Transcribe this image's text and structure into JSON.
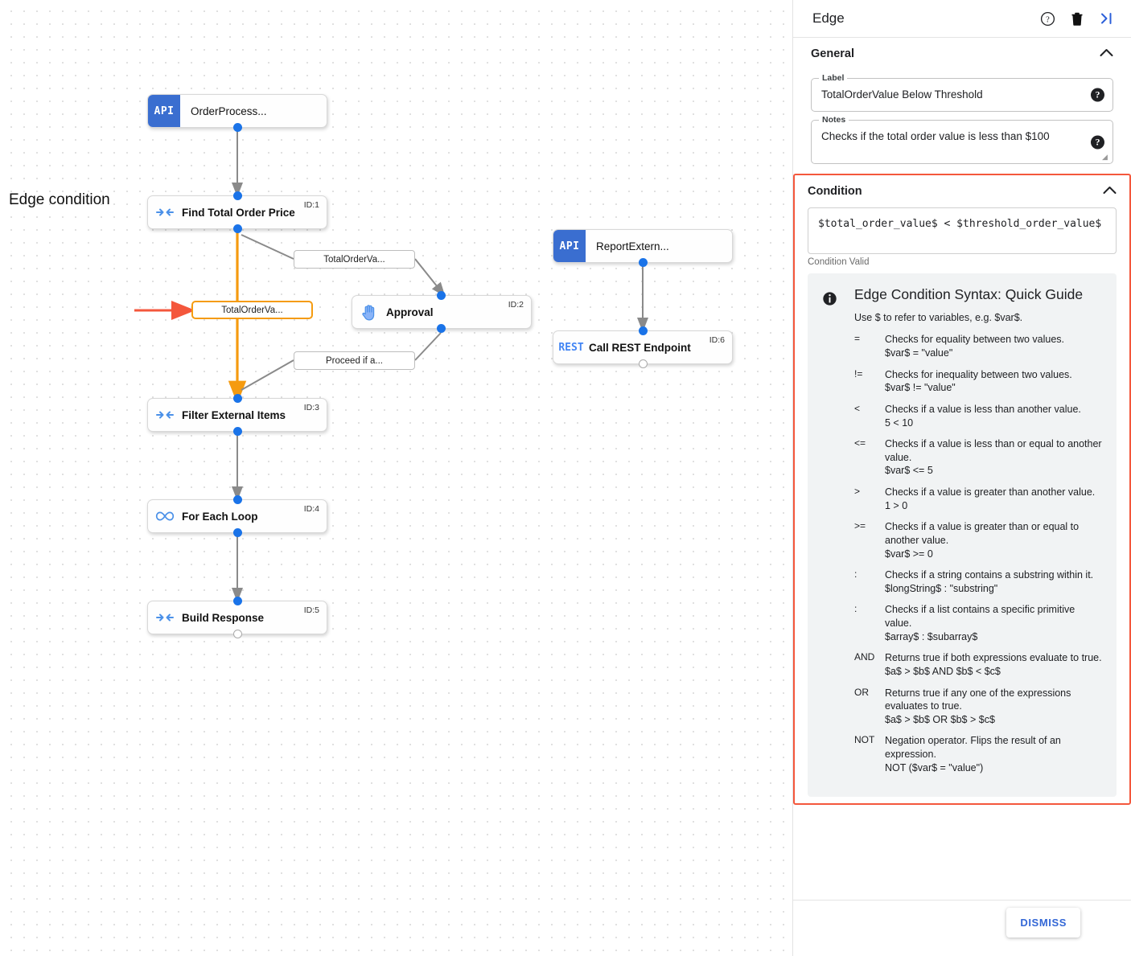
{
  "panel": {
    "title": "Edge",
    "icons": {
      "help": "help-circle-icon",
      "delete": "trash-icon",
      "collapse": "collapse-panel-icon"
    },
    "general": {
      "heading": "General",
      "label_field": {
        "label": "Label",
        "value": "TotalOrderValue Below Threshold"
      },
      "notes_field": {
        "label": "Notes",
        "value": "Checks if the total order value is less than $100"
      }
    },
    "condition": {
      "heading": "Condition",
      "expression": "$total_order_value$ < $threshold_order_value$",
      "validity": "Condition Valid",
      "guide": {
        "title": "Edge Condition Syntax: Quick Guide",
        "subtitle": "Use $ to refer to variables, e.g. $var$.",
        "operators": [
          {
            "symbol": "=",
            "description": "Checks for equality between two values.",
            "example": "$var$ = \"value\""
          },
          {
            "symbol": "!=",
            "description": "Checks for inequality between two values.",
            "example": "$var$ != \"value\""
          },
          {
            "symbol": "<",
            "description": "Checks if a value is less than another value.",
            "example": "5 < 10"
          },
          {
            "symbol": "<=",
            "description": "Checks if a value is less than or equal to another value.",
            "example": "$var$ <= 5"
          },
          {
            "symbol": ">",
            "description": "Checks if a value is greater than another value.",
            "example": "1 > 0"
          },
          {
            "symbol": ">=",
            "description": "Checks if a value is greater than or equal to another value.",
            "example": "$var$ >= 0"
          },
          {
            "symbol": ":",
            "description": "Checks if a string contains a substring within it.",
            "example": "$longString$ : \"substring\""
          },
          {
            "symbol": ":",
            "description": "Checks if a list contains a specific primitive value.",
            "example": "$array$ : $subarray$"
          },
          {
            "symbol": "AND",
            "description": "Returns true if both expressions evaluate to true.",
            "example": "$a$ > $b$ AND $b$ < $c$"
          },
          {
            "symbol": "OR",
            "description": "Returns true if any one of the expressions evaluates to true.",
            "example": "$a$ > $b$ OR $b$ > $c$"
          },
          {
            "symbol": "NOT",
            "description": "Negation operator. Flips the result of an expression.",
            "example": "NOT ($var$ = \"value\")"
          }
        ]
      }
    },
    "dismiss_label": "DISMISS"
  },
  "canvas": {
    "annotation": "Edge condition",
    "nodes": [
      {
        "title": "OrderProcess...",
        "badge": "API",
        "id": "",
        "icon": "api-badge-icon"
      },
      {
        "title": "Find Total Order Price",
        "badge": "",
        "id": "ID:1",
        "icon": "transform-icon"
      },
      {
        "title": "Approval",
        "badge": "",
        "id": "ID:2",
        "icon": "hand-icon"
      },
      {
        "title": "Filter External Items",
        "badge": "",
        "id": "ID:3",
        "icon": "transform-icon"
      },
      {
        "title": "For Each Loop",
        "badge": "",
        "id": "ID:4",
        "icon": "infinity-icon"
      },
      {
        "title": "Build Response",
        "badge": "",
        "id": "ID:5",
        "icon": "transform-icon"
      },
      {
        "title": "ReportExtern...",
        "badge": "API",
        "id": "",
        "icon": "api-badge-icon"
      },
      {
        "title": "Call REST Endpoint",
        "badge": "REST",
        "id": "ID:6",
        "icon": "rest-badge-icon"
      }
    ],
    "edge_labels": [
      {
        "text": "TotalOrderVa...",
        "selected": false
      },
      {
        "text": "TotalOrderVa...",
        "selected": true
      },
      {
        "text": "Proceed if a...",
        "selected": false
      }
    ]
  },
  "colors": {
    "accent_blue": "#1a73e8",
    "api_blue": "#3a6ed0",
    "selected_orange": "#f59b10",
    "highlight_red": "#f4573c"
  }
}
